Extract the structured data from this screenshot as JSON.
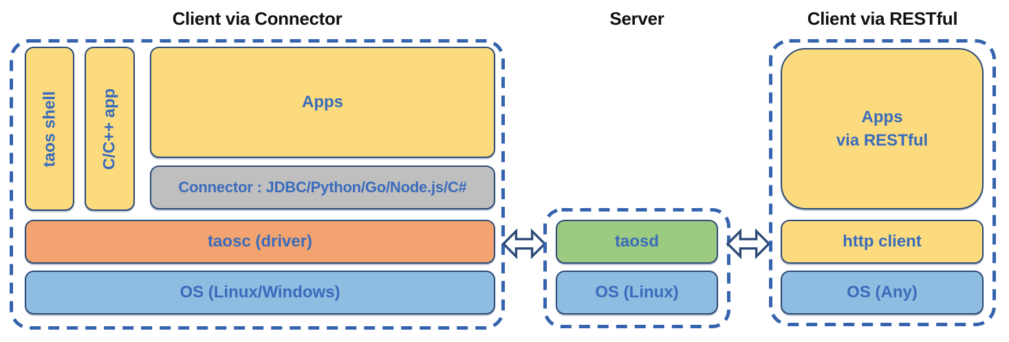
{
  "colors": {
    "yellow": "#FBDB7E",
    "orange": "#F2A36F",
    "blue": "#8FBCE1",
    "green": "#9CCA80",
    "gray": "#BFBFBF",
    "border": "#2B4A78",
    "dashed": "#3563AE",
    "label": "#3A6BBB",
    "title": "#111111"
  },
  "groups": {
    "client_connector": {
      "title": "Client via Connector",
      "boxes": {
        "taos_shell": "taos shell",
        "cpp_app": "C/C++ app",
        "apps": "Apps",
        "connector": "Connector : JDBC/Python/Go/Node.js/C#",
        "taosc": "taosc (driver)",
        "os": "OS (Linux/Windows)"
      }
    },
    "server": {
      "title": "Server",
      "boxes": {
        "taosd": "taosd",
        "os": "OS (Linux)"
      }
    },
    "client_restful": {
      "title": "Client via RESTful",
      "boxes": {
        "apps": "Apps\nvia RESTful",
        "http_client": "http client",
        "os": "OS (Any)"
      }
    }
  },
  "icons": {
    "left_link": "bidirectional-arrow",
    "right_link": "bidirectional-arrow"
  }
}
